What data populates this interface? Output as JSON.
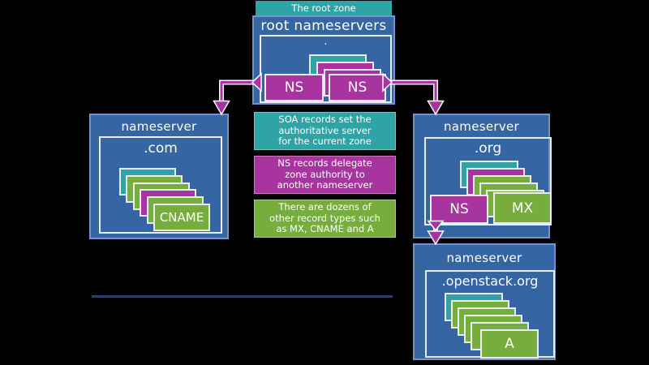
{
  "colors": {
    "background": "#000000",
    "box_blue": "#3665a3",
    "teal": "#2fa3a6",
    "magenta": "#a8359f",
    "green": "#77ad3c",
    "divider_navy": "#2a3f63",
    "text": "#ffffff"
  },
  "root_zone": {
    "banner": "The root zone",
    "title": "root nameservers",
    "zone_name": ".",
    "back_cards": [
      "teal",
      "magenta",
      "magenta"
    ],
    "ns_left": "NS",
    "ns_right": "NS"
  },
  "com_nameserver": {
    "title": "nameserver",
    "zone_name": ".com",
    "back_cards": [
      "teal",
      "green",
      "green",
      "magenta",
      "green"
    ],
    "front_record": "CNAME"
  },
  "org_nameserver": {
    "title": "nameserver",
    "zone_name": ".org",
    "back_cards": [
      "teal",
      "magenta",
      "green",
      "green",
      "green"
    ],
    "ns_record": "NS",
    "mx_record": "MX"
  },
  "openstack_nameserver": {
    "title": "nameserver",
    "zone_name": ".openstack.org",
    "back_cards": [
      "teal",
      "green",
      "green",
      "green",
      "green"
    ],
    "front_record": "A"
  },
  "legend": [
    {
      "color": "#2fa3a6",
      "lines": [
        "SOA records set the",
        "authoritative server",
        "for the current zone"
      ]
    },
    {
      "color": "#a8359f",
      "lines": [
        "NS records delegate",
        "zone authority to",
        "another nameserver"
      ]
    },
    {
      "color": "#77ad3c",
      "lines": [
        "There are dozens of",
        "other record types such",
        "as MX, CNAME and A"
      ]
    }
  ]
}
